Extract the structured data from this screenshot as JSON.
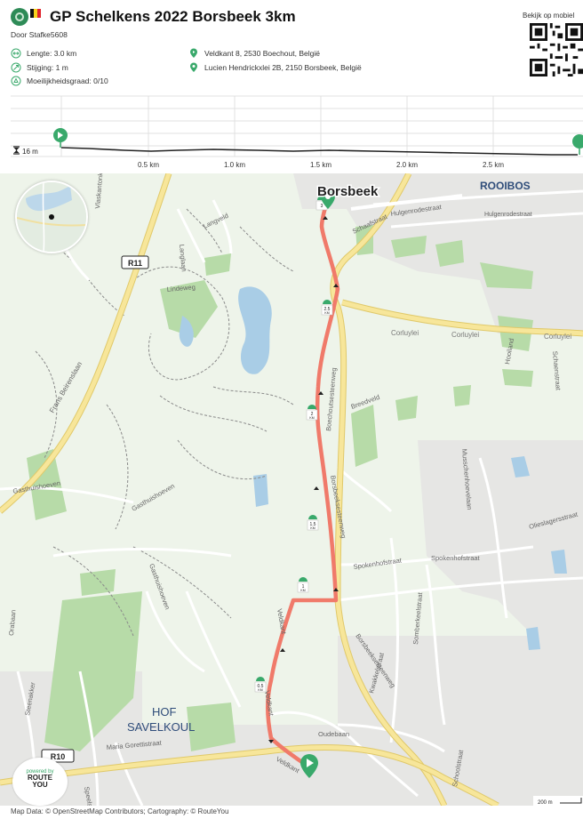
{
  "header": {
    "title": "GP Schelkens 2022 Borsbeek 3km",
    "author": "Door Stafke5608",
    "length": "Lengte: 3.0  km",
    "elevation": "Stijging: 1  m",
    "difficulty": "Moeilijkheidsgraad: 0/10",
    "start_address": "Veldkant 8, 2530 Boechout, België",
    "end_address": "Lucien Hendrickxlei 2B, 2150 Borsbeek, België",
    "qr_label": "Bekijk op mobiel"
  },
  "profile": {
    "min_elevation_label": "16 m",
    "ticks": [
      "0.5 km",
      "1.0 km",
      "1.5 km",
      "2.0 km",
      "2.5 km"
    ]
  },
  "map": {
    "labels": {
      "borsbeek": "Borsbeek",
      "rooibos": "ROOIBOS",
      "hof1": "HOF",
      "hof2": "SAVELKOUL",
      "r11": "R11",
      "r10": "R10",
      "hulgenrode": "Hulgenrodestraat",
      "hulgenrode2": "Hulgenrodestraat",
      "schaafstraat": "Schaafstraat",
      "corluylei1": "Corluylei",
      "corluylei2": "Corluylei",
      "corluylei3": "Corluylei",
      "boechoutse": "Boechoutsesteenweg",
      "breedveld": "Breedveld",
      "borsbeeksesteenweg1": "Borsbeeksesteenweg",
      "borsbeeksesteenweg2": "Borsbeeksesteenweg",
      "spokenhof1": "Spokenhofstraat",
      "spokenhof2": "Spokenhofstraat",
      "veldkant1": "Veldkant",
      "veldkant2": "Veldkant",
      "veldkant3": "Veldkant",
      "oudebaan": "Oudebaan",
      "frans": "Frans Beirenslaan",
      "gasthuishoeven1": "Gasthuishoeven",
      "gasthuishoeven2": "Gasthuishoeven",
      "gasthuishoeven3": "Gasthuishoeven",
      "lindeweg": "Lindeweg",
      "langveld": "Langveld",
      "langlaan": "Langlaan",
      "vlaskantonk": "Vlaskantonk",
      "musschenhoeven": "Musschenhoevelaan",
      "olieslagers": "Olieslagersstraat",
      "hooiland": "Hooiland",
      "schoenstraat": "Schaenstraat",
      "somberkeel": "Somberkeelstraat",
      "kwakkel": "Kwakkelstraat",
      "maria": "Maria Gorettistraat",
      "schoolstraat": "Schoolstraat",
      "stevenstraat": "Steenakker",
      "orabaan": "Orabaan",
      "speelstraat": "Speelstraat",
      "km_marks": [
        "3",
        "2.5",
        "2",
        "1.5",
        "1",
        "0.5"
      ],
      "km_unit": "KM",
      "scale": "200 m"
    }
  },
  "powered": {
    "line1": "powered by",
    "line2": "ROUTE",
    "line3": "YOU"
  },
  "footer": "Map Data: © OpenStreetMap Contributors; Cartography: ©  RouteYou",
  "colors": {
    "route": "#f07a6a",
    "accent": "#2e8b57",
    "primary_road": "#f7e69a",
    "water": "#a9cde6",
    "forest": "#b7dba8"
  }
}
